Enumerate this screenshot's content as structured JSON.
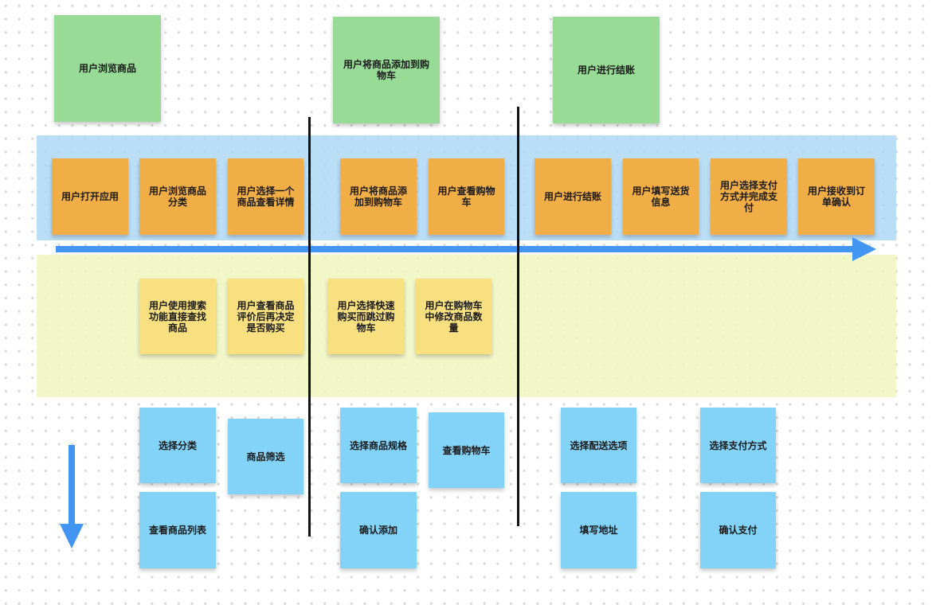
{
  "colors": {
    "phase_note": "#98db96",
    "step_note": "#f1ae47",
    "alt_note": "#f8e081",
    "task_note": "#83d3f8",
    "step_band": "#bddff7",
    "alt_band": "#f2f6c4",
    "arrow": "#4296f2",
    "divider": "#111111"
  },
  "phases": [
    {
      "label": "用户浏览商品"
    },
    {
      "label": "用户将商品添加到购物车"
    },
    {
      "label": "用户进行结账"
    }
  ],
  "steps": [
    {
      "label": "用户打开应用"
    },
    {
      "label": "用户浏览商品分类"
    },
    {
      "label": "用户选择一个商品查看详情"
    },
    {
      "label": "用户将商品添加到购物车"
    },
    {
      "label": "用户查看购物车"
    },
    {
      "label": "用户进行结账"
    },
    {
      "label": "用户填写送货信息"
    },
    {
      "label": "用户选择支付方式并完成支付"
    },
    {
      "label": "用户接收到订单确认"
    }
  ],
  "alternatives": [
    {
      "label": "用户使用搜索功能直接查找商品"
    },
    {
      "label": "用户查看商品评价后再决定是否购买"
    },
    {
      "label": "用户选择快速购买而跳过购物车"
    },
    {
      "label": "用户在购物车中修改商品数量"
    }
  ],
  "tasks": [
    {
      "label": "选择分类"
    },
    {
      "label": "查看商品列表"
    },
    {
      "label": "商品筛选"
    },
    {
      "label": "选择商品规格"
    },
    {
      "label": "确认添加"
    },
    {
      "label": "查看购物车"
    },
    {
      "label": "选择配送选项"
    },
    {
      "label": "填写地址"
    },
    {
      "label": "选择支付方式"
    },
    {
      "label": "确认支付"
    }
  ],
  "arrows": [
    {
      "name": "timeline-arrow",
      "direction": "right"
    },
    {
      "name": "detail-arrow",
      "direction": "down"
    }
  ]
}
